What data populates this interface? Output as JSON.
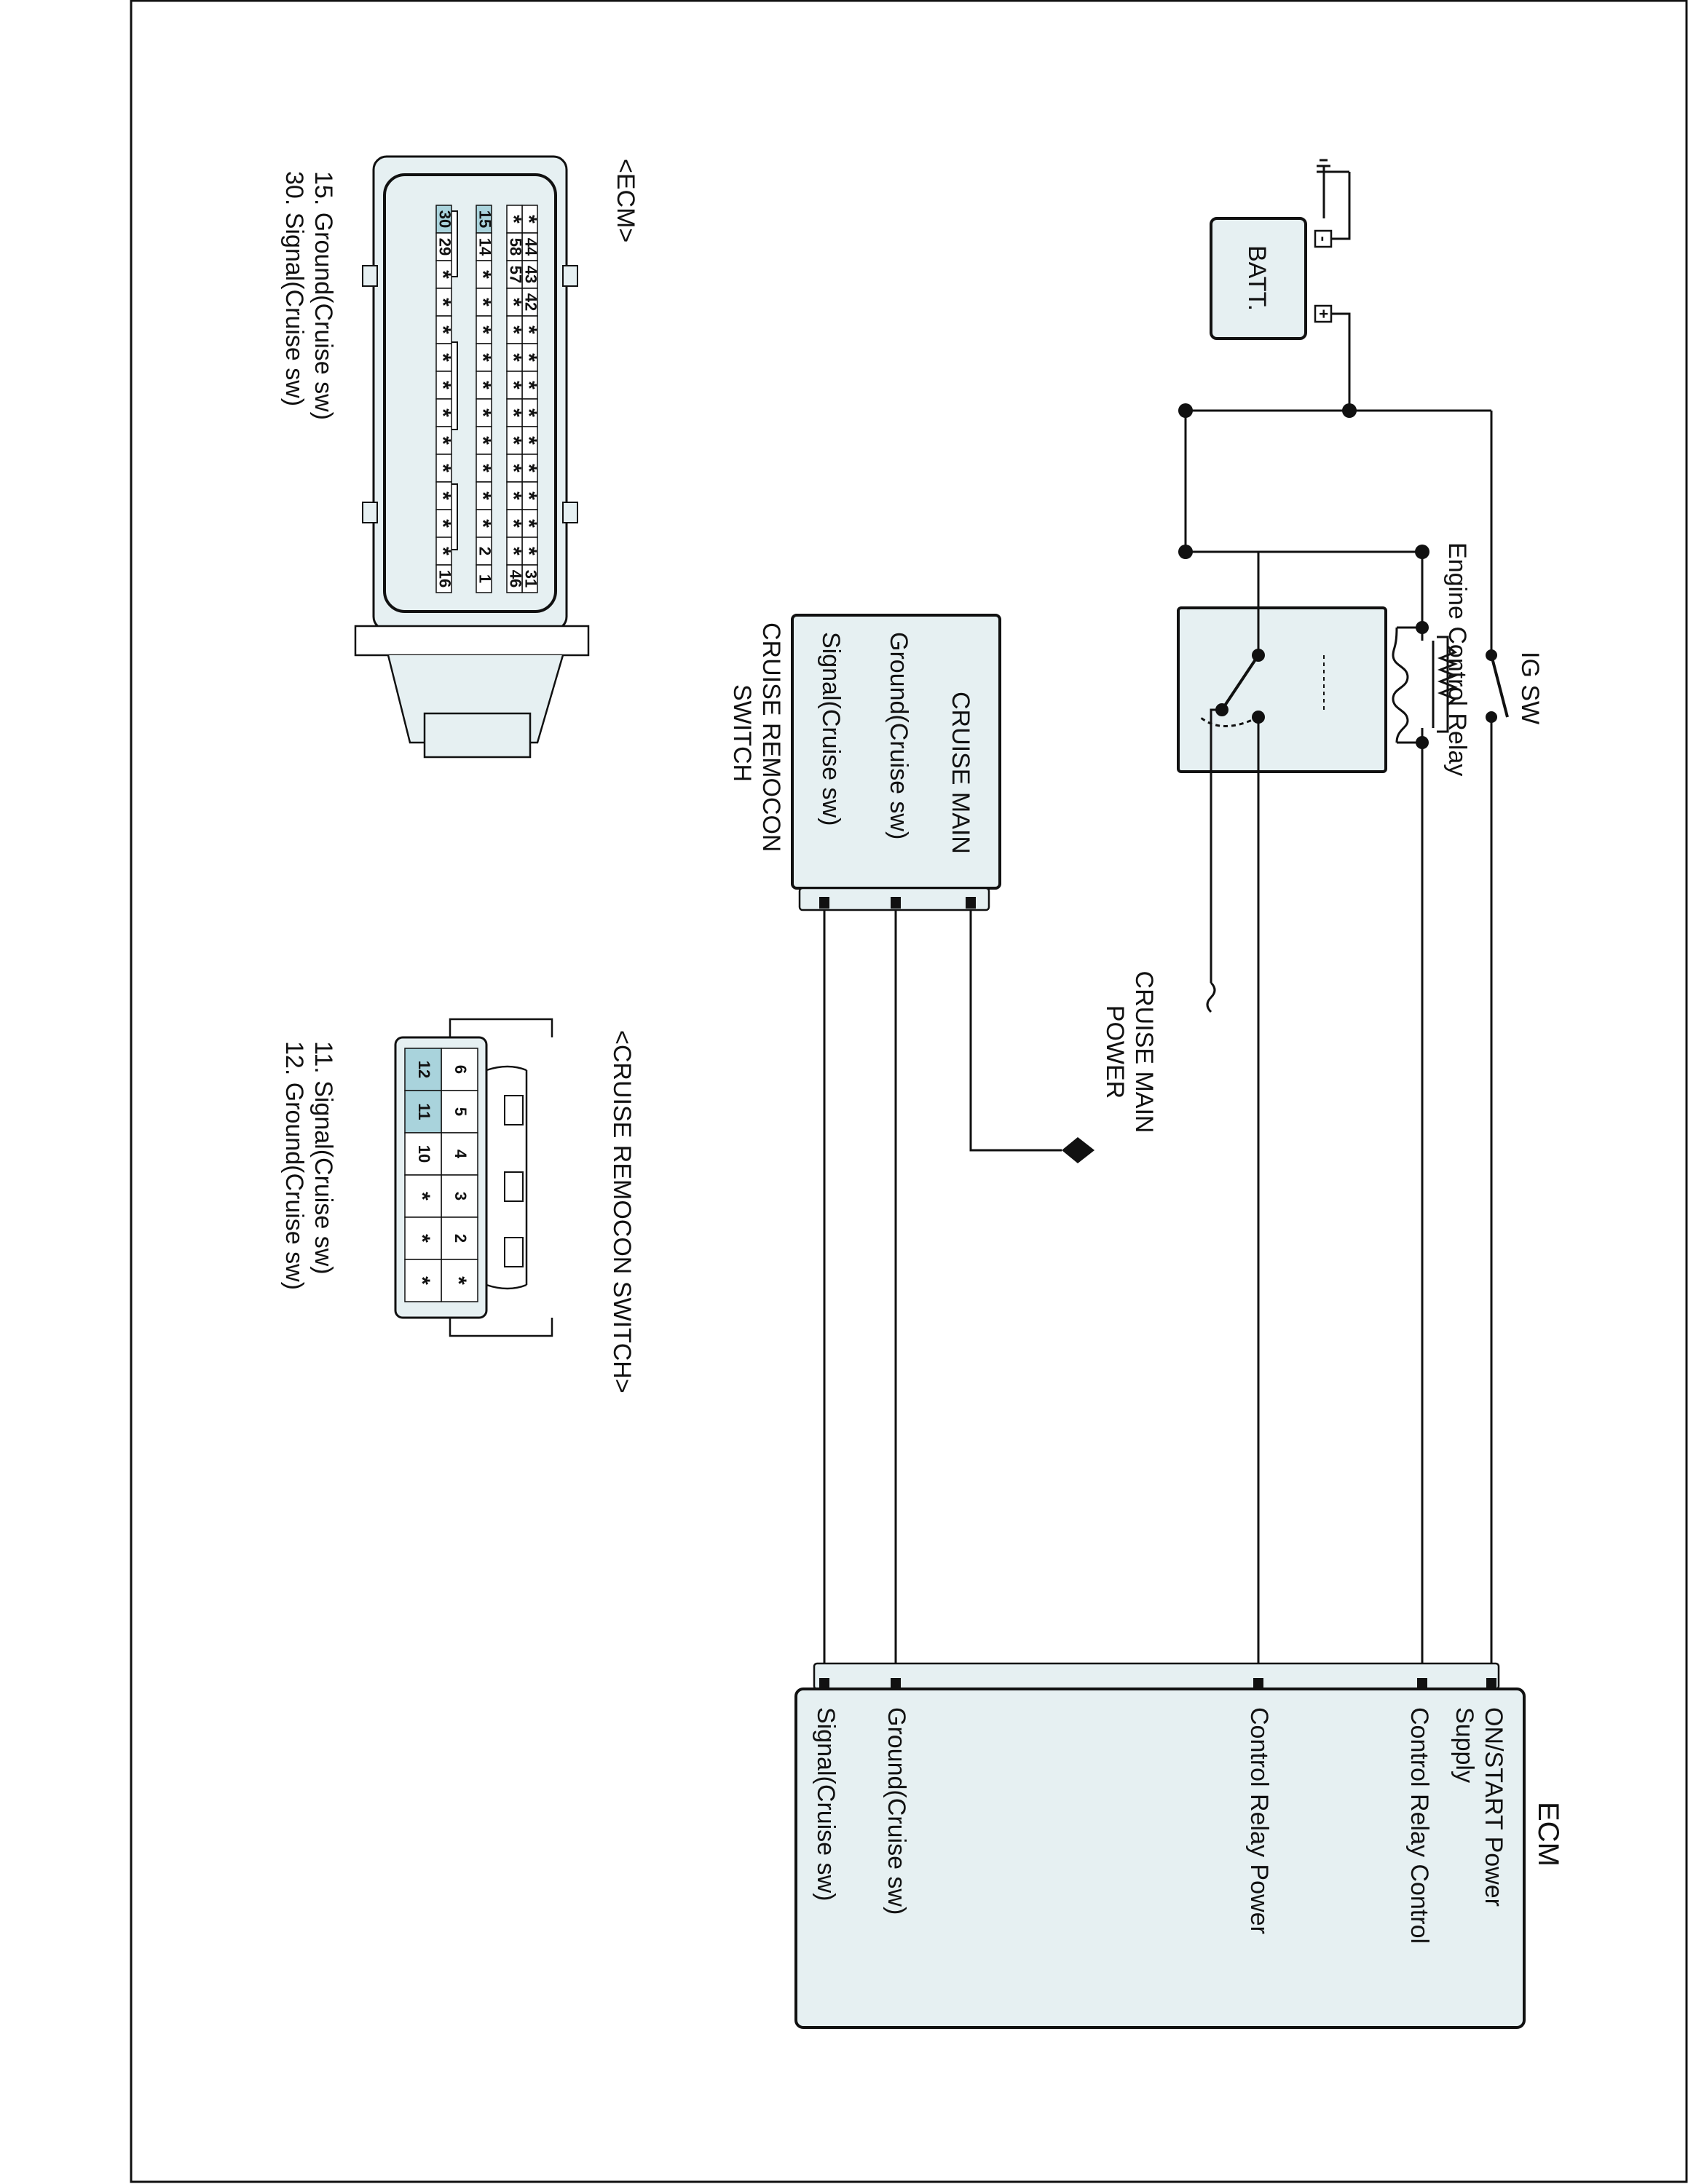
{
  "battery": {
    "label": "BATT.",
    "neg": "-",
    "pos": "+"
  },
  "ig_switch": {
    "label": "IG SW"
  },
  "relay": {
    "label": "Engine Control Relay"
  },
  "cruise_main": {
    "title": "CRUISE MAIN",
    "pins": [
      "Ground(Cruise sw)",
      "Signal(Cruise sw)"
    ],
    "name_lines": [
      "CRUISE REMOCON",
      "SWITCH"
    ]
  },
  "cruise_power": {
    "lines": [
      "CRUISE MAIN",
      "POWER"
    ]
  },
  "ecm": {
    "title": "ECM",
    "pins": [
      [
        "ON/START Power",
        "Supply"
      ],
      [
        "Control Relay Control"
      ],
      [
        "Control Relay Power"
      ],
      [
        "Ground(Cruise sw)"
      ],
      [
        "Signal(Cruise sw)"
      ]
    ]
  },
  "ecm_connector": {
    "title": "<ECM>",
    "legend": [
      "15. Ground(Cruise sw)",
      "30. Signal(Cruise sw)"
    ],
    "rows": [
      [
        "*",
        "44",
        "43",
        "42",
        "*",
        "*",
        "*",
        "*",
        "*",
        "*",
        "*",
        "*",
        "*",
        "31"
      ],
      [
        "*",
        "58",
        "57",
        "*",
        "*",
        "*",
        "*",
        "*",
        "*",
        "*",
        "*",
        "*",
        "*",
        "46"
      ],
      [
        "30",
        "29",
        "*",
        "*",
        "*",
        "*",
        "*",
        "*",
        "*",
        "*",
        "*",
        "*",
        "*",
        "16"
      ],
      [
        "15",
        "14",
        "*",
        "*",
        "*",
        "*",
        "*",
        "*",
        "*",
        "*",
        "*",
        "*",
        "2",
        "1"
      ]
    ],
    "highlight": [
      "15",
      "30"
    ]
  },
  "remocon_connector": {
    "title": "<CRUISE REMOCON SWITCH>",
    "legend": [
      "11. Signal(Cruise sw)",
      "12. Ground(Cruise sw)"
    ],
    "rows": [
      [
        "6",
        "5",
        "4",
        "3",
        "2",
        "*"
      ],
      [
        "12",
        "11",
        "10",
        "*",
        "*",
        "*"
      ]
    ],
    "highlight": [
      "11",
      "12"
    ]
  },
  "colors": {
    "fill": "#e6f0f2",
    "highlight": "#a9d3dc",
    "line": "#111111"
  }
}
